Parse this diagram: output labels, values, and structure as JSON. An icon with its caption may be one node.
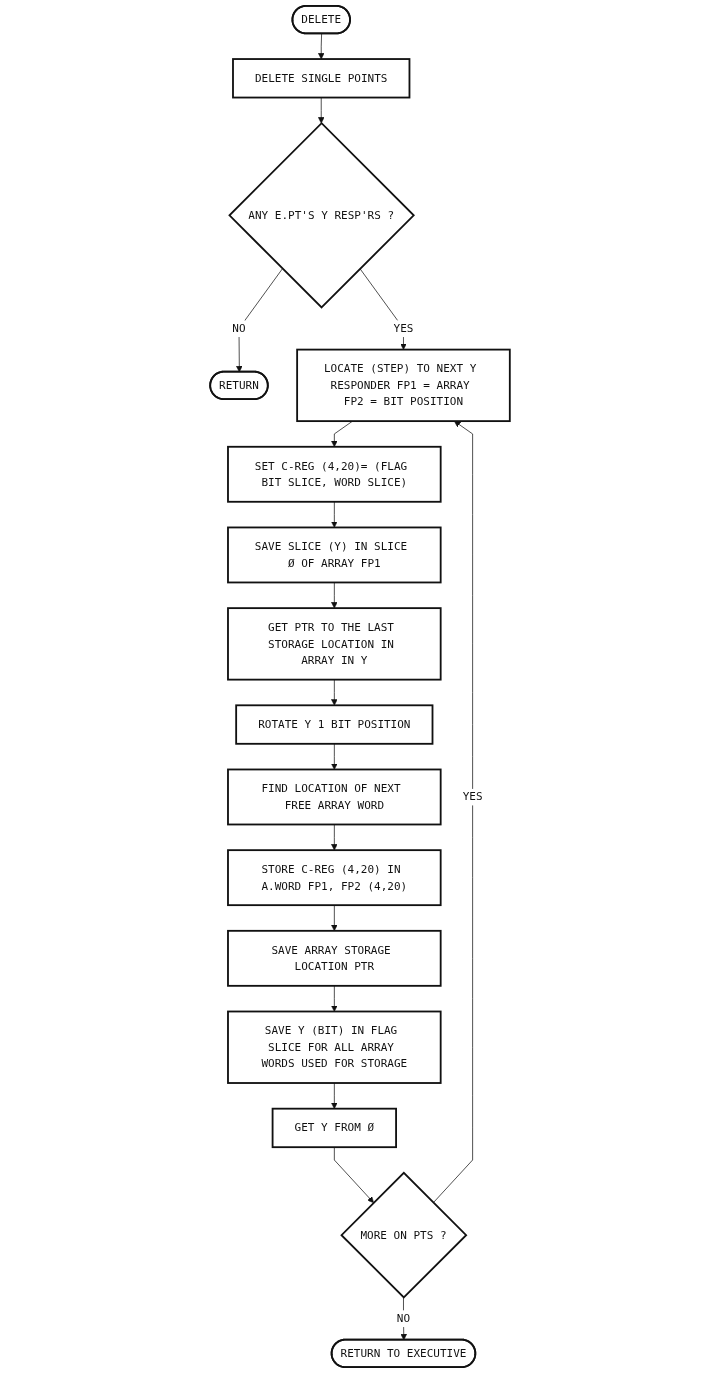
{
  "diagram": {
    "nodes": [
      {
        "text": [
          "DELETE"
        ]
      },
      {
        "text": [
          "DELETE SINGLE POINTS"
        ]
      },
      {
        "text": [
          "ANY E.PT'S Y RESP'RS ?"
        ]
      },
      {
        "text": [
          "RETURN"
        ]
      },
      {
        "text": [
          "LOCATE (STEP) TO NEXT Y RESPONDER FP1 = ARRAY FP2 = BIT POSITION"
        ]
      },
      {
        "text": [
          "SET C-REG (4,20)= (FLAG BIT SLICE, WORD SLICE)"
        ]
      },
      {
        "text": [
          "SAVE SLICE (Y) IN SLICE Ø OF ARRAY FP1"
        ]
      },
      {
        "text": [
          "GET PTR TO THE LAST STORAGE LOCATION IN ARRAY IN Y"
        ]
      },
      {
        "text": [
          "ROTATE Y 1 BIT POSITION"
        ]
      },
      {
        "text": [
          "FIND LOCATION OF NEXT FREE ARRAY WORD"
        ]
      },
      {
        "text": [
          "STORE C-REG (4,20) IN A.WORD FP1, FP2 (4,20)"
        ]
      },
      {
        "text": [
          "SAVE ARRAY STORAGE LOCATION PTR"
        ]
      },
      {
        "text": [
          "SAVE Y (BIT) IN FLAG SLICE FOR ALL ARRAY WORDS USED FOR STORAGE"
        ]
      },
      {
        "text": [
          "GET Y FROM Ø"
        ]
      },
      {
        "text": [
          "MORE ON PTS ?"
        ]
      },
      {
        "text": [
          "RETURN TO EXECUTIVE"
        ]
      }
    ],
    "edges": [
      {
        "from": 0,
        "to": 1,
        "arrow": "to"
      },
      {
        "from": 1,
        "to": 2,
        "arrow": "to"
      },
      {
        "from": 2,
        "to": 3,
        "label": "NO",
        "arrow": "to"
      },
      {
        "from": 2,
        "to": 4,
        "label": "YES",
        "arrow": "to"
      },
      {
        "from": 4,
        "to": 5,
        "arrow": "to"
      },
      {
        "from": 5,
        "to": 6,
        "arrow": "to"
      },
      {
        "from": 6,
        "to": 7,
        "arrow": "to"
      },
      {
        "from": 7,
        "to": 8,
        "arrow": "to"
      },
      {
        "from": 8,
        "to": 9,
        "arrow": "to"
      },
      {
        "from": 9,
        "to": 10,
        "arrow": "to"
      },
      {
        "from": 10,
        "to": 11,
        "arrow": "to"
      },
      {
        "from": 11,
        "to": 12,
        "arrow": "to"
      },
      {
        "from": 12,
        "to": 13,
        "arrow": "to"
      },
      {
        "from": 13,
        "to": 14,
        "arrow": "to"
      },
      {
        "from": 14,
        "to": 4,
        "label": "YES",
        "arrow": "to"
      },
      {
        "from": 14,
        "to": 15,
        "label": "NO",
        "arrow": "to"
      }
    ]
  }
}
